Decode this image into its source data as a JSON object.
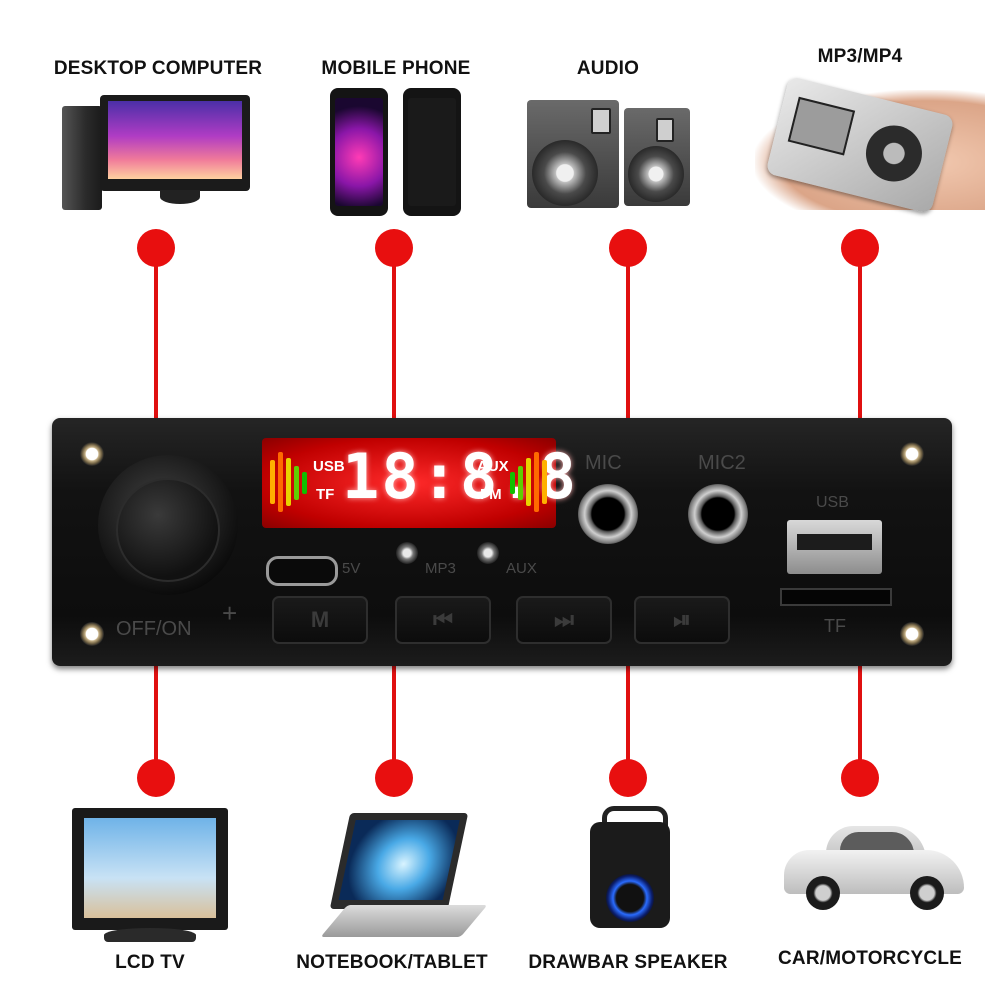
{
  "top_devices": [
    {
      "label": "DESKTOP COMPUTER",
      "icon": "desktop-computer-icon"
    },
    {
      "label": "MOBILE PHONE",
      "icon": "mobile-phone-icon"
    },
    {
      "label": "AUDIO",
      "icon": "speaker-pair-icon"
    },
    {
      "label": "MP3/MP4",
      "icon": "mp3-player-icon"
    }
  ],
  "bottom_devices": [
    {
      "label": "LCD TV",
      "icon": "tv-icon"
    },
    {
      "label": "NOTEBOOK/TABLET",
      "icon": "laptop-icon"
    },
    {
      "label": "DRAWBAR SPEAKER",
      "icon": "drawbar-speaker-icon"
    },
    {
      "label": "CAR/MOTORCYCLE",
      "icon": "car-icon"
    }
  ],
  "panel": {
    "knob_label": "OFF/ON",
    "knob_plus": "+",
    "display": {
      "usb": "USB",
      "tf": "TF",
      "aux": "AUX",
      "fm": "FM",
      "digits": "18:8.8"
    },
    "mic1": "MIC",
    "mic2": "MIC2",
    "usb_port_label": "USB",
    "tf_slot_label": "TF",
    "led_labels": [
      "5V",
      "MP3",
      "AUX"
    ],
    "buttons": [
      "M",
      "⏮",
      "⏭",
      "⏯"
    ]
  },
  "colors": {
    "connector_red": "#e01010",
    "display_red": "#d00000",
    "panel_black": "#111111"
  }
}
